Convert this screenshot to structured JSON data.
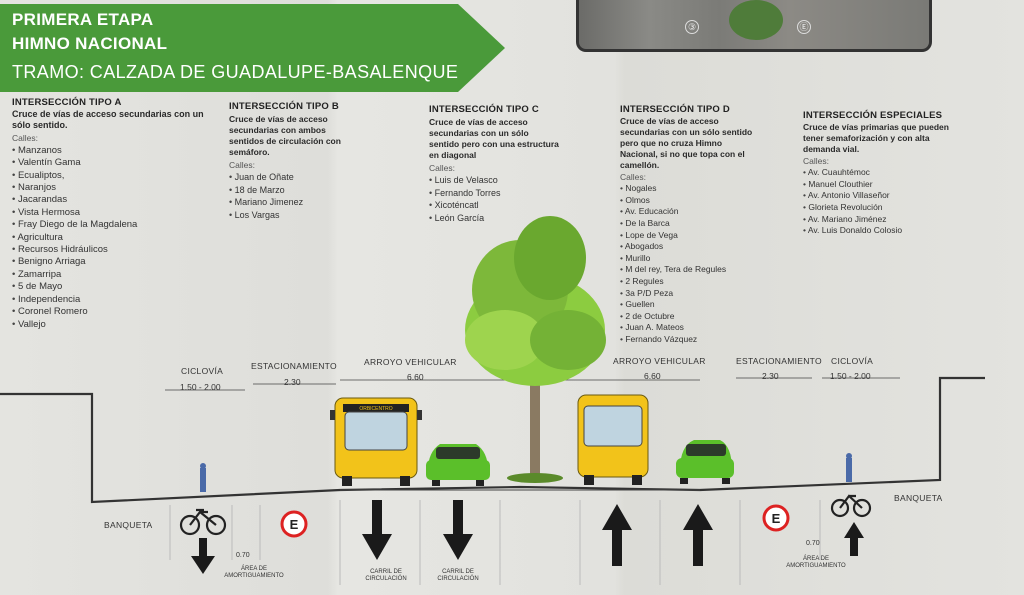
{
  "banner": {
    "line1": "PRIMERA ETAPA",
    "line2": "HIMNO NACIONAL",
    "line3": "TRAMO: CALZADA DE GUADALUPE-BASALENQUE",
    "color": "#4a9a3a"
  },
  "inset": {
    "label_a": "③",
    "label_b": "Ⓔ"
  },
  "sections": [
    {
      "title": "INTERSECCIÓN TIPO A",
      "description": "Cruce de vías de acceso secundarias con un sólo sentido.",
      "calles_label": "Calles:",
      "streets": [
        "Manzanos",
        "Valentín Gama",
        "Ecualiptos,",
        "Naranjos",
        "Jacarandas",
        "Vista Hermosa",
        "Fray Diego de la Magdalena",
        "Agricultura",
        "Recursos Hidráulicos",
        "Benigno Arriaga",
        "Zamarripa",
        "5 de Mayo",
        "Independencia",
        "Coronel Romero",
        "Vallejo"
      ]
    },
    {
      "title": "INTERSECCIÓN TIPO B",
      "description": "Cruce de vías de acceso secundarias con ambos sentidos de circulación con semáforo.",
      "calles_label": "Calles:",
      "streets": [
        "Juan de Oñate",
        "18 de Marzo",
        "Mariano Jimenez",
        "Los Vargas"
      ]
    },
    {
      "title": "INTERSECCIÓN TIPO C",
      "description": "Cruce de vías de acceso secundarias con un sólo sentido pero con una estructura en diagonal",
      "calles_label": "Calles:",
      "streets": [
        "Luis de Velasco",
        "Fernando Torres",
        "Xicoténcatl",
        "León García"
      ]
    },
    {
      "title": "INTERSECCIÓN TIPO D",
      "description": "Cruce de vías de acceso secundarias con un sólo sentido pero que no cruza Himno Nacional, si no que topa con el camellón.",
      "calles_label": "Calles:",
      "streets": [
        "Nogales",
        "Olmos",
        "Av. Educación",
        "De la Barca",
        "Lope de Vega",
        "Abogados",
        "Murillo",
        "M del rey, Tera de Regules",
        "2 Regules",
        "3a P/D Peza",
        "Guellen",
        "2 de Octubre",
        "Juan A. Mateos",
        "Fernando Vázquez"
      ]
    },
    {
      "title": "INTERSECCIÓN ESPECIALES",
      "description": "Cruce de vías primarias que pueden tener semaforización y con alta demanda vial.",
      "calles_label": "Calles:",
      "streets": [
        "Av. Cuauhtémoc",
        "Manuel Clouthier",
        "Av. Antonio Villaseñor",
        "Glorieta Revolución",
        "Av. Mariano Jiménez",
        "Av. Luis Donaldo Colosio"
      ]
    }
  ],
  "cross_section": {
    "ciclovia_left": "CICLOVÍA",
    "ciclovia_left_dim": "1.50 - 2.00",
    "estacionamiento_left": "ESTACIONAMIENTO",
    "estacionamiento_left_dim": "2.30",
    "arroyo_left": "ARROYO VEHICULAR",
    "arroyo_left_dim": "6.60",
    "arroyo_right": "ARROYO VEHICULAR",
    "arroyo_right_dim": "6.60",
    "estacionamiento_right": "ESTACIONAMIENTO",
    "estacionamiento_right_dim": "2.30",
    "ciclovia_right": "CICLOVÍA",
    "ciclovia_right_dim": "1.50 - 2.00",
    "banqueta_left": "BANQUETA",
    "banqueta_right": "BANQUETA",
    "amort_left_dim": "0.70",
    "amort_right_dim": "0.70",
    "amort_label": "ÁREA DE AMORTIGUAMIENTO",
    "carril_1": "CARRIL DE CIRCULACIÓN",
    "carril_2": "CARRIL DE CIRCULACIÓN",
    "bus_sign": "ORBICENTRO",
    "parking_sign": "E"
  },
  "colors": {
    "bus_yellow": "#f2c31a",
    "car_green": "#5bbf2a",
    "tree_green": "#7db83a",
    "banner_green": "#4a9a3a",
    "sign_red": "#d22"
  }
}
